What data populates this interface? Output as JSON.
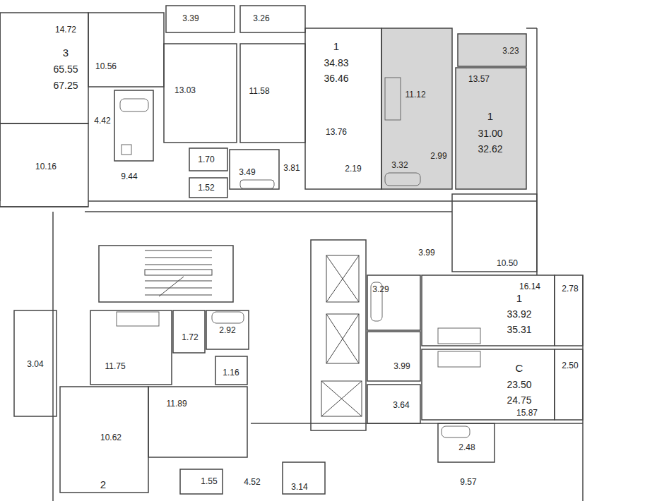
{
  "diagram": {
    "labels": [
      "14.72",
      "3",
      "65.55",
      "67.25",
      "10.56",
      "4.42",
      "10.16",
      "9.44",
      "13.03",
      "3.39",
      "3.26",
      "11.58",
      "1.70",
      "3.49",
      "1.52",
      "3.81",
      "1",
      "34.83",
      "36.46",
      "13.76",
      "2.19",
      "11.12",
      "3.32",
      "2.99",
      "3.23",
      "13.57",
      "1",
      "31.00",
      "32.62",
      "3.99",
      "10.50",
      "3.29",
      "16.14",
      "2.78",
      "1",
      "33.92",
      "35.31",
      "3.04",
      "11.75",
      "1.72",
      "2.92",
      "1.16",
      "3.99",
      "2.50",
      "С",
      "23.50",
      "24.75",
      "11.89",
      "3.64",
      "15.87",
      "10.62",
      "2.48",
      "9.57",
      "2",
      "1.55",
      "4.52",
      "3.14"
    ]
  }
}
